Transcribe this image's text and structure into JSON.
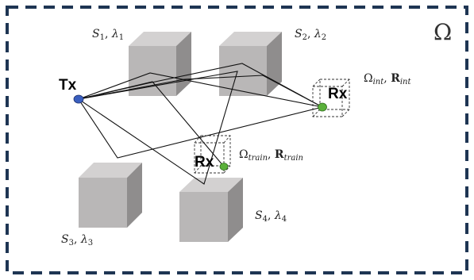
{
  "region_label": "Ω",
  "transmitter": {
    "label": "Tx",
    "color": "#3a5fbf"
  },
  "receivers": [
    {
      "id": "int",
      "label": "Rx",
      "color": "#5ab03a",
      "region_symbol": "Ω",
      "region_subscript": "int",
      "rays_symbol": "R",
      "rays_subscript": "int"
    },
    {
      "id": "train",
      "label": "Rx",
      "color": "#5ab03a",
      "region_symbol": "Ω",
      "region_subscript": "train",
      "rays_symbol": "R",
      "rays_subscript": "train"
    }
  ],
  "scatterers": [
    {
      "id": "S1",
      "symbol": "S",
      "index": "1",
      "param_symbol": "λ",
      "param_index": "1"
    },
    {
      "id": "S2",
      "symbol": "S",
      "index": "2",
      "param_symbol": "λ",
      "param_index": "2"
    },
    {
      "id": "S3",
      "symbol": "S",
      "index": "3",
      "param_symbol": "λ",
      "param_index": "3"
    },
    {
      "id": "S4",
      "symbol": "S",
      "index": "4",
      "param_symbol": "λ",
      "param_index": "4"
    }
  ],
  "colors": {
    "border": "#1e3553",
    "cube_front": "#b9b7b7",
    "cube_top": "#d3d1d1",
    "cube_side": "#8f8d8d",
    "ray": "#111111"
  }
}
